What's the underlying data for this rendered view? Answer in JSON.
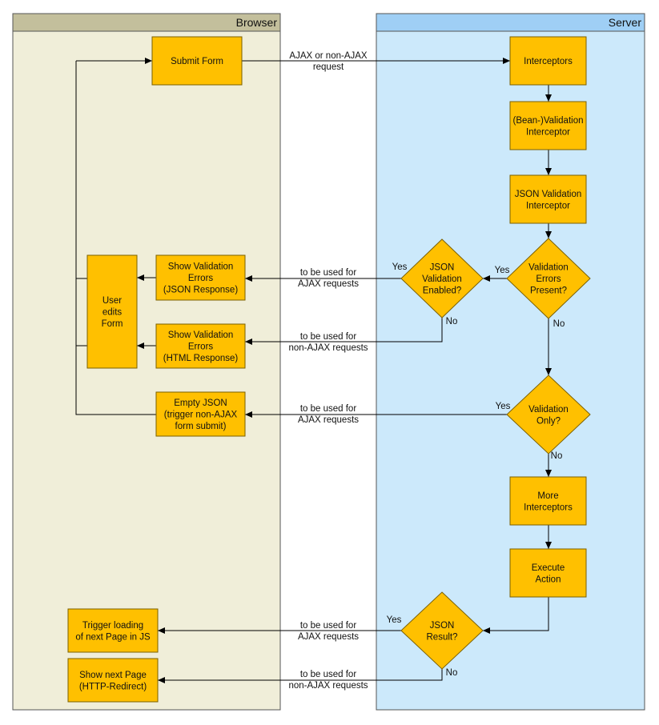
{
  "colors": {
    "browser_lane": "#f0eed9",
    "browser_header": "#c3bf9c",
    "server_lane": "#cce9fb",
    "server_header": "#9fcff5",
    "node_fill": "#ffc000",
    "node_stroke": "#7a6000",
    "edge": "#000000"
  },
  "lanes": {
    "browser": "Browser",
    "server": "Server"
  },
  "nodes": {
    "submit_form": [
      "Submit Form"
    ],
    "interceptors": [
      "Interceptors"
    ],
    "bean_validation": [
      "(Bean-)Validation",
      "Interceptor"
    ],
    "json_validation": [
      "JSON Validation",
      "Interceptor"
    ],
    "validation_errors_present": [
      "Validation",
      "Errors",
      "Present?"
    ],
    "json_validation_enabled": [
      "JSON",
      "Validation",
      "Enabled?"
    ],
    "show_errors_json": [
      "Show Validation",
      "Errors",
      "(JSON Response)"
    ],
    "show_errors_html": [
      "Show Validation",
      "Errors",
      "(HTML Response)"
    ],
    "user_edits_form": [
      "User",
      "edits",
      "Form"
    ],
    "validation_only": [
      "Validation",
      "Only?"
    ],
    "empty_json": [
      "Empty JSON",
      "(trigger non-AJAX",
      "form submit)"
    ],
    "more_interceptors": [
      "More",
      "Interceptors"
    ],
    "execute_action": [
      "Execute",
      "Action"
    ],
    "json_result": [
      "JSON",
      "Result?"
    ],
    "trigger_loading": [
      "Trigger loading",
      "of next Page in JS"
    ],
    "show_next_page": [
      "Show next Page",
      "(HTTP-Redirect)"
    ]
  },
  "edge_labels": {
    "submit_request": [
      "AJAX or non-AJAX",
      "request"
    ],
    "json_errors_ajax": [
      "to be used for",
      "AJAX requests"
    ],
    "html_errors_nonajax": [
      "to be used for",
      "non-AJAX requests"
    ],
    "empty_json_ajax": [
      "to be used for",
      "AJAX requests"
    ],
    "result_ajax": [
      "to be used for",
      "AJAX requests"
    ],
    "result_nonajax": [
      "to be used for",
      "non-AJAX requests"
    ],
    "yes": "Yes",
    "no": "No"
  }
}
